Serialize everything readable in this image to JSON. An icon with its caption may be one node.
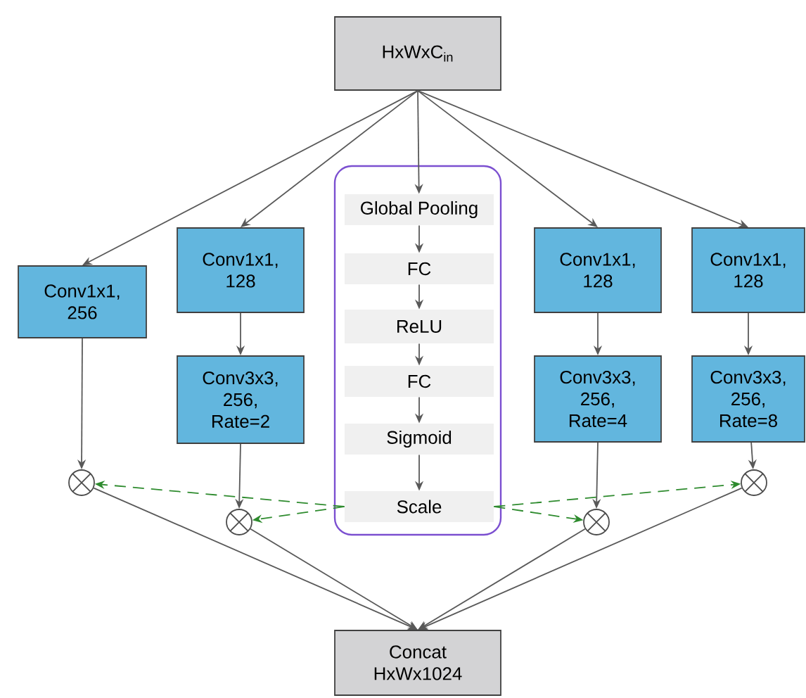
{
  "diagram": {
    "nodes": [
      {
        "text": [
          "HxWxC$_{in}$"
        ]
      },
      {
        "text": [
          "Conv1x1, 256"
        ]
      },
      {
        "text": [
          "Conv1x1, 128"
        ]
      },
      {
        "text": [],
        "shape": "box"
      },
      {
        "text": [
          "Global Pooling"
        ],
        "in": 3
      },
      {
        "text": [
          "FC"
        ],
        "in": 3
      },
      {
        "text": [
          "ReLU"
        ],
        "in": 3
      },
      {
        "text": [
          "FC"
        ],
        "in": 3
      },
      {
        "text": [
          "Sigmoid"
        ],
        "in": 3
      },
      {
        "text": [
          "Scale"
        ],
        "in": 3
      },
      {
        "text": [
          "Conv3x3, 256, Rate=2"
        ]
      },
      {
        "text": [
          "Conv1x1, 128"
        ]
      },
      {
        "text": [
          "Conv3x3, 256, Rate=4"
        ]
      },
      {
        "text": [
          "Conv1x1, 128"
        ]
      },
      {
        "text": [
          "Conv3x3, 256, Rate=8"
        ]
      },
      {
        "text": [],
        "shape": "circle"
      },
      {
        "text": [],
        "shape": "circle"
      },
      {
        "text": [],
        "shape": "circle"
      },
      {
        "text": [],
        "shape": "circle"
      },
      {
        "text": [
          "Concat HxWx1024"
        ]
      }
    ],
    "edges": [
      {
        "from": 0,
        "to": 1,
        "arrow": "to"
      },
      {
        "from": 0,
        "to": 2,
        "arrow": "to"
      },
      {
        "from": 0,
        "to": 4,
        "arrow": "to"
      },
      {
        "from": 0,
        "to": 11,
        "arrow": "to"
      },
      {
        "from": 0,
        "to": 13,
        "arrow": "to"
      },
      {
        "from": 4,
        "to": 5,
        "arrow": "to"
      },
      {
        "from": 5,
        "to": 6,
        "arrow": "to"
      },
      {
        "from": 6,
        "to": 7,
        "arrow": "to"
      },
      {
        "from": 7,
        "to": 8,
        "arrow": "to"
      },
      {
        "from": 8,
        "to": 9,
        "arrow": "to"
      },
      {
        "from": 2,
        "to": 10,
        "arrow": "to"
      },
      {
        "from": 11,
        "to": 12,
        "arrow": "to"
      },
      {
        "from": 13,
        "to": 14,
        "arrow": "to"
      },
      {
        "from": 1,
        "to": 15,
        "arrow": "to"
      },
      {
        "from": 10,
        "to": 16,
        "arrow": "to"
      },
      {
        "from": 12,
        "to": 17,
        "arrow": "to"
      },
      {
        "from": 14,
        "to": 18,
        "arrow": "to"
      },
      {
        "from": 9,
        "to": 15,
        "arrow": "to",
        "style": "dashed",
        "color": "#2e8b2e"
      },
      {
        "from": 9,
        "to": 16,
        "arrow": "to",
        "style": "dashed",
        "color": "#2e8b2e"
      },
      {
        "from": 9,
        "to": 17,
        "arrow": "to",
        "style": "dashed",
        "color": "#2e8b2e"
      },
      {
        "from": 9,
        "to": 18,
        "arrow": "to",
        "style": "dashed",
        "color": "#2e8b2e"
      },
      {
        "from": 15,
        "to": 19,
        "arrow": "to"
      },
      {
        "from": 16,
        "to": 19,
        "arrow": "to"
      },
      {
        "from": 17,
        "to": 19,
        "arrow": "to"
      },
      {
        "from": 18,
        "to": 19,
        "arrow": "to"
      }
    ]
  }
}
